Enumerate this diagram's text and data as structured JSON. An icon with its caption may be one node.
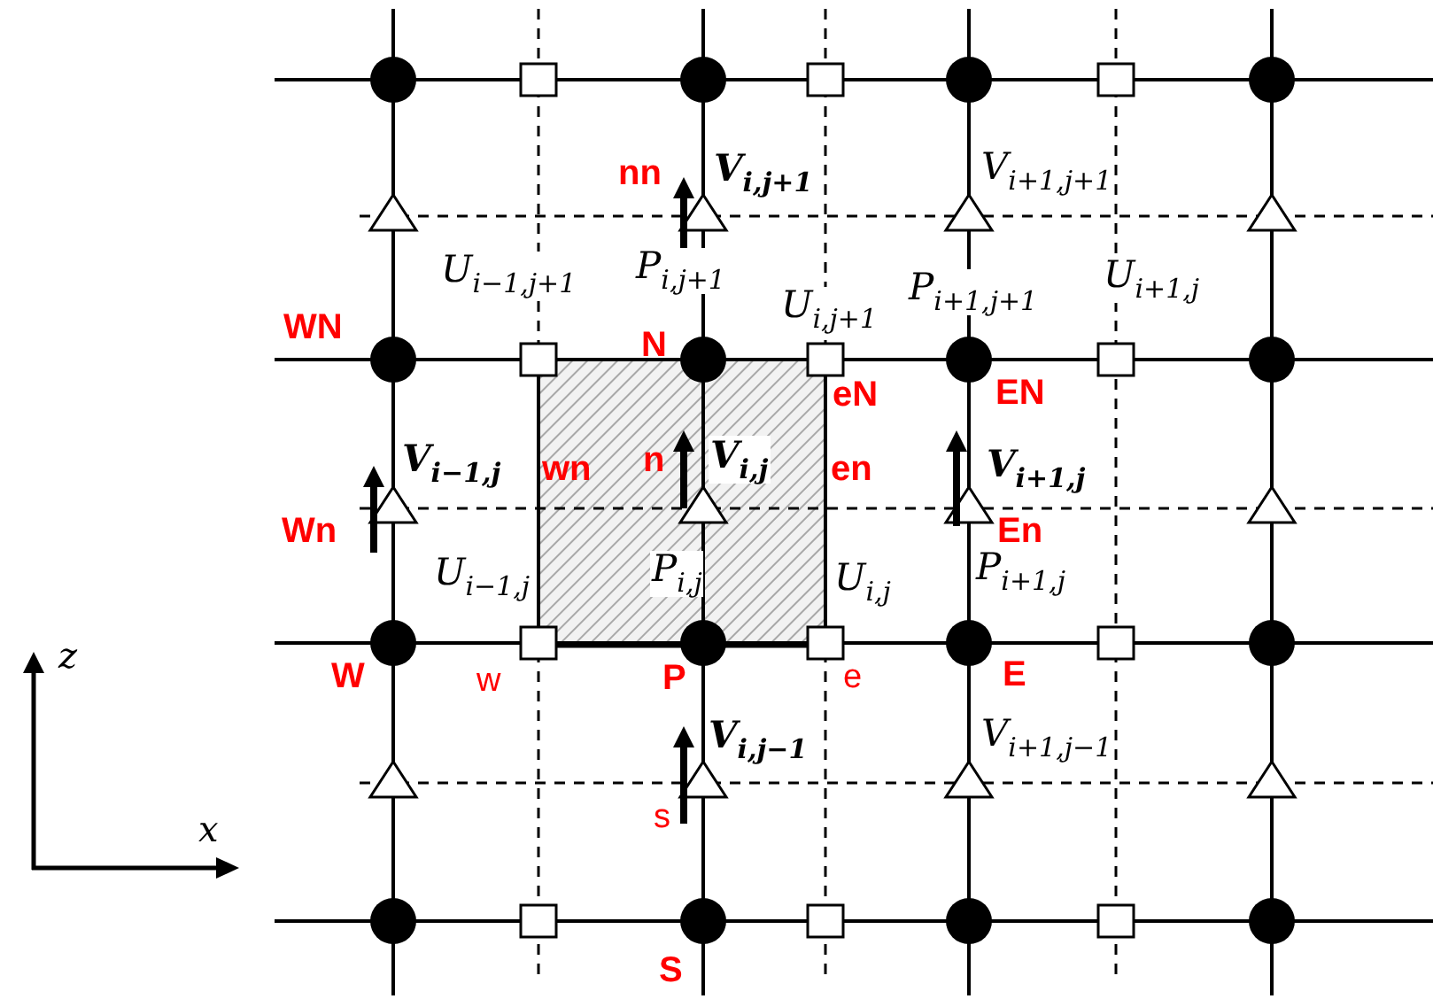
{
  "diagram": {
    "labels": [
      "nn",
      "V$_{i,j+1}$",
      "V$_{i+1,j+1}$",
      "U$_{i−1,j+1}$",
      "P$_{i,j+1}$",
      "U$_{i,j+1}$",
      "P$_{i+1,j+1}$",
      "U$_{i+1,j}$",
      "WN",
      "N",
      "eN",
      "EN",
      "V$_{i−1,j}$",
      "wn",
      "n",
      "V$_{i,j}$",
      "en",
      "V$_{i+1,j}$",
      "Wn",
      "En",
      "U$_{i−1,j}$",
      "P$_{i,j}$",
      "U$_{i,j}$",
      "P$_{i+1,j}$",
      "z",
      "W",
      "w",
      "P",
      "e",
      "E",
      "V$_{i,j−1}$",
      "V$_{i+1,j−1}$",
      "s",
      "x",
      "S"
    ]
  }
}
